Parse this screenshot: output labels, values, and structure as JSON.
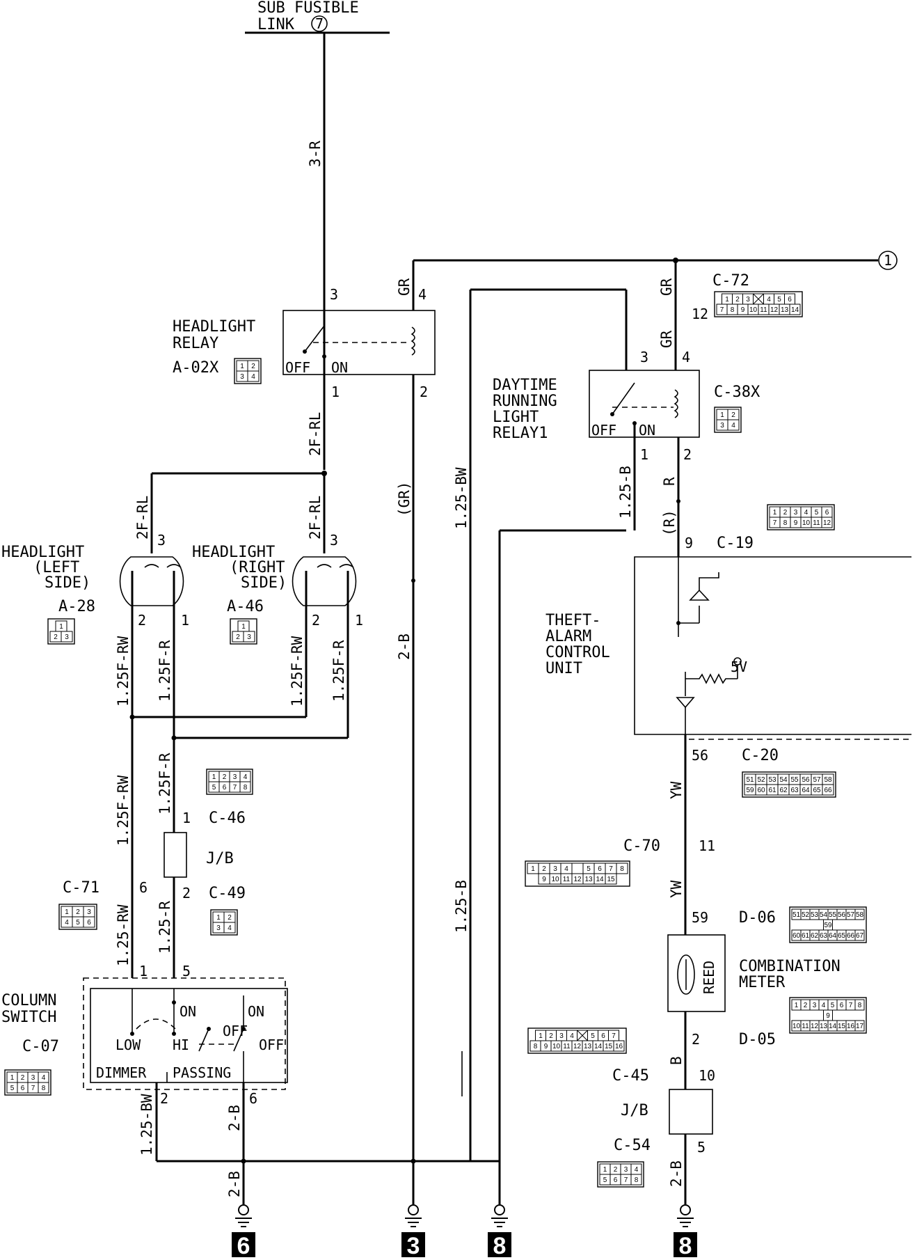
{
  "supply": {
    "label_line1": "SUB FUSIBLE",
    "label_line2": "LINK",
    "link_num": "7"
  },
  "wires": {
    "w3r": "3-R",
    "gr_a": "GR",
    "gr_b": "GR",
    "gr_c": "GR",
    "gr_paren": "(GR)",
    "f2rl_a": "2F-RL",
    "f2rl_b": "2F-RL",
    "f2rl_c": "2F-RL",
    "rw_l": "1.25F-RW",
    "r_l": "1.25F-R",
    "rw_r": "1.25F-RW",
    "r_r": "1.25F-R",
    "rw_mid": "1.25F-RW",
    "r_mid": "1.25F-R",
    "rw_low": "1.25-RW",
    "r_low": "1.25-R",
    "bw_col": "1.25-BW",
    "b_col": "2-B",
    "b_gnd6": "2-B",
    "b_mid": "2-B",
    "bw_long": "1.25-BW",
    "b_long": "1.25-B",
    "b_drl": "1.25-B",
    "r_drl": "R",
    "r_paren": "(R)",
    "yw_a": "YW",
    "yw_b": "YW",
    "b_meter": "B",
    "b_gnd8": "2-B"
  },
  "offpage": {
    "ref": "1"
  },
  "components": {
    "headlight_relay": {
      "line1": "HEADLIGHT",
      "line2": "RELAY",
      "conn": "A-02X",
      "off": "OFF",
      "on": "ON",
      "pins": [
        "3",
        "4",
        "1",
        "2"
      ]
    },
    "drl_relay": {
      "line1": "DAYTIME",
      "line2": "RUNNING",
      "line3": "LIGHT",
      "line4": "RELAY1",
      "conn": "C-38X",
      "off": "OFF",
      "on": "ON",
      "pins": [
        "3",
        "4",
        "1",
        "2"
      ]
    },
    "headlight_left": {
      "line1": "HEADLIGHT",
      "line2": "(LEFT",
      "line3": "SIDE)",
      "conn": "A-28",
      "pins": [
        "3",
        "2",
        "1"
      ]
    },
    "headlight_right": {
      "line1": "HEADLIGHT",
      "line2": "(RIGHT",
      "line3": "SIDE)",
      "conn": "A-46",
      "pins": [
        "3",
        "2",
        "1"
      ]
    },
    "theft_unit": {
      "line1": "THEFT-",
      "line2": "ALARM",
      "line3": "CONTROL",
      "line4": "UNIT",
      "v5": "5V"
    },
    "column_switch": {
      "line1": "COLUMN",
      "line2": "SWITCH",
      "conn": "C-07",
      "low": "LOW",
      "hi": "HI",
      "on1": "ON",
      "off1": "OFF",
      "on2": "ON",
      "off2": "OFF",
      "dimmer": "DIMMER",
      "passing": "PASSING",
      "pins": [
        "1",
        "5",
        "2",
        "6"
      ]
    },
    "jb_left": {
      "label": "J/B",
      "pin_top": "1",
      "pin_bot": "2",
      "conn_top": "C-46",
      "conn_bot": "C-49"
    },
    "c71": {
      "label": "C-71",
      "pin": "6"
    },
    "combination_meter": {
      "line1": "COMBINATION",
      "line2": "METER",
      "reed": "REED",
      "pin_top": "59",
      "pin_bot": "2",
      "conn_a": "D-06",
      "conn_b": "D-05"
    },
    "jb_right": {
      "label": "J/B",
      "pin_top": "10",
      "pin_bot": "5",
      "conn_top": "C-45",
      "conn_bot": "C-54"
    },
    "c72": {
      "label": "C-72",
      "pin": "12"
    },
    "c19": {
      "label": "C-19",
      "pin": "9"
    },
    "c20": {
      "label": "C-20",
      "pin": "56"
    },
    "c70": {
      "label": "C-70",
      "pin": "11"
    }
  },
  "grounds": [
    "6",
    "3",
    "8",
    "8"
  ],
  "grids": {
    "c72": [
      [
        "1",
        "2",
        "3",
        "X",
        "4",
        "5",
        "6"
      ],
      [
        "7",
        "8",
        "9",
        "10",
        "11",
        "12",
        "13",
        "14"
      ]
    ],
    "c38x": [
      [
        "1",
        "2"
      ],
      [
        "3",
        "4"
      ]
    ],
    "a02x": [
      [
        "1",
        "2"
      ],
      [
        "3",
        "4"
      ]
    ],
    "c19": [
      [
        "1",
        "2",
        "3",
        "4",
        "5",
        "6"
      ],
      [
        "7",
        "8",
        "9",
        "10",
        "11",
        "12"
      ]
    ],
    "a28": [
      [
        "1"
      ],
      [
        "2",
        "3"
      ]
    ],
    "a46": [
      [
        "1"
      ],
      [
        "2",
        "3"
      ]
    ],
    "c46": [
      [
        "1",
        "2",
        "3",
        "4"
      ],
      [
        "5",
        "6",
        "7",
        "8"
      ]
    ],
    "c71": [
      [
        "1",
        "2",
        "3"
      ],
      [
        "4",
        "5",
        "6"
      ]
    ],
    "c49": [
      [
        "1",
        "2"
      ],
      [
        "3",
        "4"
      ]
    ],
    "c07": [
      [
        "1",
        "2",
        "3",
        "4"
      ],
      [
        "5",
        "6",
        "7",
        "8"
      ]
    ],
    "c20": [
      [
        "51",
        "52",
        "53",
        "54",
        "55",
        "56",
        "57",
        "58"
      ],
      [
        "59",
        "60",
        "61",
        "62",
        "63",
        "64",
        "65",
        "66"
      ]
    ],
    "c70": [
      [
        "1",
        "2",
        "3",
        "4",
        "",
        "5",
        "6",
        "7",
        "8"
      ],
      [
        "9",
        "10",
        "11",
        "12",
        "13",
        "14",
        "15"
      ]
    ],
    "d06": [
      [
        "51",
        "52",
        "53",
        "54",
        "55",
        "56",
        "57",
        "58"
      ],
      [
        "59"
      ],
      [
        "60",
        "61",
        "62",
        "63",
        "64",
        "65",
        "66",
        "67"
      ]
    ],
    "d05": [
      [
        "1",
        "2",
        "3",
        "4",
        "5",
        "6",
        "7",
        "8"
      ],
      [
        "9"
      ],
      [
        "10",
        "11",
        "12",
        "13",
        "14",
        "15",
        "16",
        "17"
      ]
    ],
    "c45": [
      [
        "1",
        "2",
        "3",
        "4",
        "X",
        "5",
        "6",
        "7"
      ],
      [
        "8",
        "9",
        "10",
        "11",
        "12",
        "13",
        "14",
        "15",
        "16"
      ]
    ],
    "c54": [
      [
        "1",
        "2",
        "3",
        "4"
      ],
      [
        "5",
        "6",
        "7",
        "8"
      ]
    ]
  }
}
